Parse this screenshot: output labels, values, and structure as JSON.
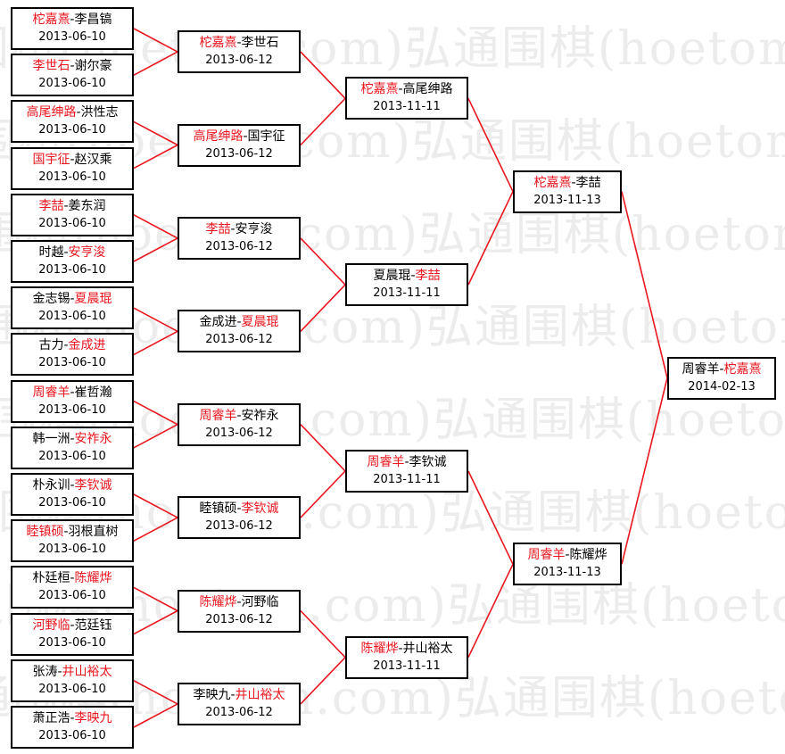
{
  "watermark": "弘通围棋(hoetom.com)弘通围棋(hoetom.com)",
  "colors": {
    "winner": "#e8161e",
    "line": "#e8161e",
    "border": "#000000"
  },
  "rounds": [
    [
      {
        "p1": "柁嘉熹",
        "p2": "李昌镐",
        "winner": 1,
        "date": "2013-06-10"
      },
      {
        "p1": "李世石",
        "p2": "谢尔豪",
        "winner": 1,
        "date": "2013-06-10"
      },
      {
        "p1": "高尾绅路",
        "p2": "洪性志",
        "winner": 1,
        "date": "2013-06-10"
      },
      {
        "p1": "国宇征",
        "p2": "赵汉乘",
        "winner": 1,
        "date": "2013-06-10"
      },
      {
        "p1": "李喆",
        "p2": "姜东润",
        "winner": 1,
        "date": "2013-06-10"
      },
      {
        "p1": "时越",
        "p2": "安亨浚",
        "winner": 2,
        "date": "2013-06-10"
      },
      {
        "p1": "金志锡",
        "p2": "夏晨琨",
        "winner": 2,
        "date": "2013-06-10"
      },
      {
        "p1": "古力",
        "p2": "金成进",
        "winner": 2,
        "date": "2013-06-10"
      },
      {
        "p1": "周睿羊",
        "p2": "崔哲瀚",
        "winner": 1,
        "date": "2013-06-10"
      },
      {
        "p1": "韩一洲",
        "p2": "安祚永",
        "winner": 2,
        "date": "2013-06-10"
      },
      {
        "p1": "朴永训",
        "p2": "李钦诚",
        "winner": 2,
        "date": "2013-06-10"
      },
      {
        "p1": "睦镇硕",
        "p2": "羽根直树",
        "winner": 1,
        "date": "2013-06-10"
      },
      {
        "p1": "朴廷桓",
        "p2": "陈耀烨",
        "winner": 2,
        "date": "2013-06-10"
      },
      {
        "p1": "河野临",
        "p2": "范廷钰",
        "winner": 1,
        "date": "2013-06-10"
      },
      {
        "p1": "张涛",
        "p2": "井山裕太",
        "winner": 2,
        "date": "2013-06-10"
      },
      {
        "p1": "萧正浩",
        "p2": "李映九",
        "winner": 2,
        "date": "2013-06-10"
      }
    ],
    [
      {
        "p1": "柁嘉熹",
        "p2": "李世石",
        "winner": 1,
        "date": "2013-06-12"
      },
      {
        "p1": "高尾绅路",
        "p2": "国宇征",
        "winner": 1,
        "date": "2013-06-12"
      },
      {
        "p1": "李喆",
        "p2": "安亨浚",
        "winner": 1,
        "date": "2013-06-12"
      },
      {
        "p1": "金成进",
        "p2": "夏晨琨",
        "winner": 2,
        "date": "2013-06-12"
      },
      {
        "p1": "周睿羊",
        "p2": "安祚永",
        "winner": 1,
        "date": "2013-06-12"
      },
      {
        "p1": "睦镇硕",
        "p2": "李钦诚",
        "winner": 2,
        "date": "2013-06-12"
      },
      {
        "p1": "陈耀烨",
        "p2": "河野临",
        "winner": 1,
        "date": "2013-06-12"
      },
      {
        "p1": "李映九",
        "p2": "井山裕太",
        "winner": 2,
        "date": "2013-06-12"
      }
    ],
    [
      {
        "p1": "柁嘉熹",
        "p2": "高尾绅路",
        "winner": 1,
        "date": "2013-11-11"
      },
      {
        "p1": "夏晨琨",
        "p2": "李喆",
        "winner": 2,
        "date": "2013-11-11"
      },
      {
        "p1": "周睿羊",
        "p2": "李钦诚",
        "winner": 1,
        "date": "2013-11-11"
      },
      {
        "p1": "陈耀烨",
        "p2": "井山裕太",
        "winner": 1,
        "date": "2013-11-11"
      }
    ],
    [
      {
        "p1": "柁嘉熹",
        "p2": "李喆",
        "winner": 1,
        "date": "2013-11-13"
      },
      {
        "p1": "周睿羊",
        "p2": "陈耀烨",
        "winner": 1,
        "date": "2013-11-13"
      }
    ],
    [
      {
        "p1": "周睿羊",
        "p2": "柁嘉熹",
        "winner": 2,
        "date": "2014-02-13"
      }
    ]
  ]
}
